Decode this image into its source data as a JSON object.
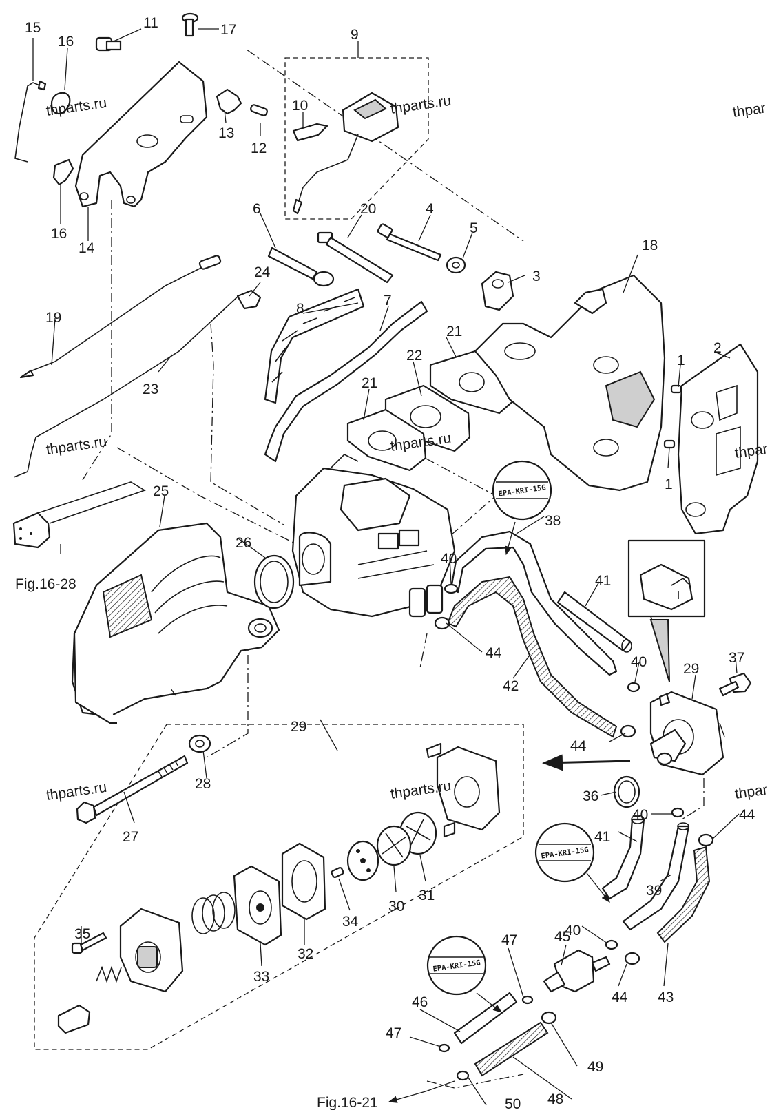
{
  "callouts": [
    {
      "id": "c1a",
      "text": "1"
    },
    {
      "id": "c1b",
      "text": "1"
    },
    {
      "id": "c2",
      "text": "2"
    },
    {
      "id": "c3",
      "text": "3"
    },
    {
      "id": "c4",
      "text": "4"
    },
    {
      "id": "c5",
      "text": "5"
    },
    {
      "id": "c6",
      "text": "6"
    },
    {
      "id": "c7",
      "text": "7"
    },
    {
      "id": "c8",
      "text": "8"
    },
    {
      "id": "c9",
      "text": "9"
    },
    {
      "id": "c10",
      "text": "10"
    },
    {
      "id": "c11",
      "text": "11"
    },
    {
      "id": "c12",
      "text": "12"
    },
    {
      "id": "c13",
      "text": "13"
    },
    {
      "id": "c14",
      "text": "14"
    },
    {
      "id": "c15",
      "text": "15"
    },
    {
      "id": "c16a",
      "text": "16"
    },
    {
      "id": "c16b",
      "text": "16"
    },
    {
      "id": "c17",
      "text": "17"
    },
    {
      "id": "c18",
      "text": "18"
    },
    {
      "id": "c19",
      "text": "19"
    },
    {
      "id": "c20",
      "text": "20"
    },
    {
      "id": "c21a",
      "text": "21"
    },
    {
      "id": "c21b",
      "text": "21"
    },
    {
      "id": "c22",
      "text": "22"
    },
    {
      "id": "c23",
      "text": "23"
    },
    {
      "id": "c24",
      "text": "24"
    },
    {
      "id": "c25",
      "text": "25"
    },
    {
      "id": "c26",
      "text": "26"
    },
    {
      "id": "c27",
      "text": "27"
    },
    {
      "id": "c28",
      "text": "28"
    },
    {
      "id": "c29a",
      "text": "29"
    },
    {
      "id": "c29b",
      "text": "29"
    },
    {
      "id": "c30",
      "text": "30"
    },
    {
      "id": "c31",
      "text": "31"
    },
    {
      "id": "c32",
      "text": "32"
    },
    {
      "id": "c33",
      "text": "33"
    },
    {
      "id": "c34",
      "text": "34"
    },
    {
      "id": "c35",
      "text": "35"
    },
    {
      "id": "c36",
      "text": "36"
    },
    {
      "id": "c37",
      "text": "37"
    },
    {
      "id": "c38",
      "text": "38"
    },
    {
      "id": "c39",
      "text": "39"
    },
    {
      "id": "c40a",
      "text": "40"
    },
    {
      "id": "c40b",
      "text": "40"
    },
    {
      "id": "c40c",
      "text": "40"
    },
    {
      "id": "c40d",
      "text": "40"
    },
    {
      "id": "c41a",
      "text": "41"
    },
    {
      "id": "c41b",
      "text": "41"
    },
    {
      "id": "c42",
      "text": "42"
    },
    {
      "id": "c43",
      "text": "43"
    },
    {
      "id": "c44a",
      "text": "44"
    },
    {
      "id": "c44b",
      "text": "44"
    },
    {
      "id": "c44c",
      "text": "44"
    },
    {
      "id": "c44d",
      "text": "44"
    },
    {
      "id": "c45",
      "text": "45"
    },
    {
      "id": "c46",
      "text": "46"
    },
    {
      "id": "c47a",
      "text": "47"
    },
    {
      "id": "c47b",
      "text": "47"
    },
    {
      "id": "c48",
      "text": "48"
    },
    {
      "id": "c49",
      "text": "49"
    },
    {
      "id": "c50",
      "text": "50"
    }
  ],
  "figure_refs": {
    "fig_16_28": "Fig.16-28",
    "fig_16_21": "Fig.16-21"
  },
  "hose_tags": {
    "epa_tag_1": "EPA-KRI-15G",
    "epa_tag_2": "EPA-KRI-15G",
    "epa_tag_3": "EPA-KRI-15G"
  },
  "watermark": "thparts.ru",
  "watermark_partial": "thpar"
}
